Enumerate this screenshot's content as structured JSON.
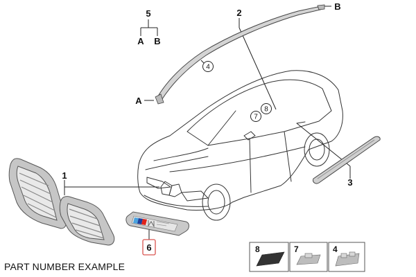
{
  "callouts": {
    "c1": "1",
    "c2": "2",
    "c3": "3",
    "c5": "5",
    "c6": "6",
    "a_top": "A",
    "b_top": "B",
    "a_end": "A",
    "b_end": "B",
    "circled_4": "4",
    "circled_7": "7",
    "circled_8": "8"
  },
  "thumbnails": [
    {
      "number": "8"
    },
    {
      "number": "7"
    },
    {
      "number": "4"
    }
  ],
  "caption": "PART NUMBER EXAMPLE",
  "colors": {
    "highlight_box": "#d9534f",
    "m_blue_light": "#4aa3df",
    "m_blue_dark": "#1f3f9c",
    "m_red": "#e2231a",
    "line": "#222222",
    "part_gray": "#c8c8c8"
  }
}
